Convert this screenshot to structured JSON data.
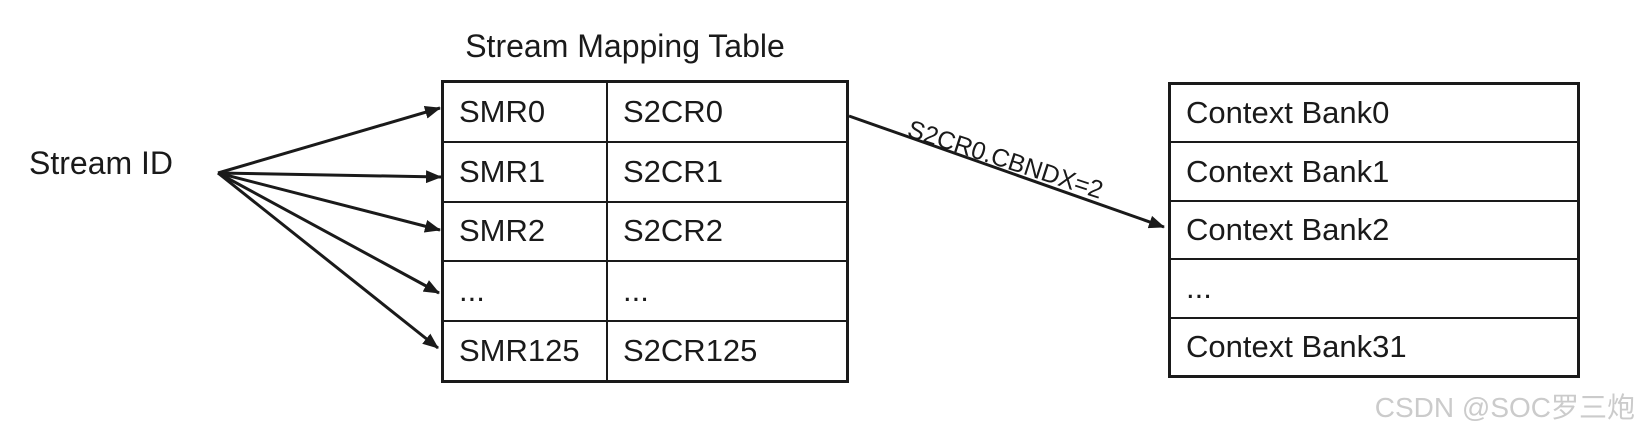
{
  "diagram": {
    "stream_id_label": "Stream ID",
    "mapping_table": {
      "title": "Stream Mapping Table",
      "rows": [
        {
          "smr": "SMR0",
          "s2cr": "S2CR0"
        },
        {
          "smr": "SMR1",
          "s2cr": "S2CR1"
        },
        {
          "smr": "SMR2",
          "s2cr": "S2CR2"
        },
        {
          "smr": "...",
          "s2cr": "..."
        },
        {
          "smr": "SMR125",
          "s2cr": "S2CR125"
        }
      ]
    },
    "context_banks": {
      "rows": [
        "Context Bank0",
        "Context Bank1",
        "Context Bank2",
        "...",
        "Context Bank31"
      ]
    },
    "arrow_label": "S2CR0.CBNDX=2",
    "watermark": "CSDN @SOC罗三炮",
    "colors": {
      "line": "#1a1a1a",
      "text": "#1a1a1a",
      "watermark": "#cbcbcb",
      "background": "#ffffff"
    }
  }
}
